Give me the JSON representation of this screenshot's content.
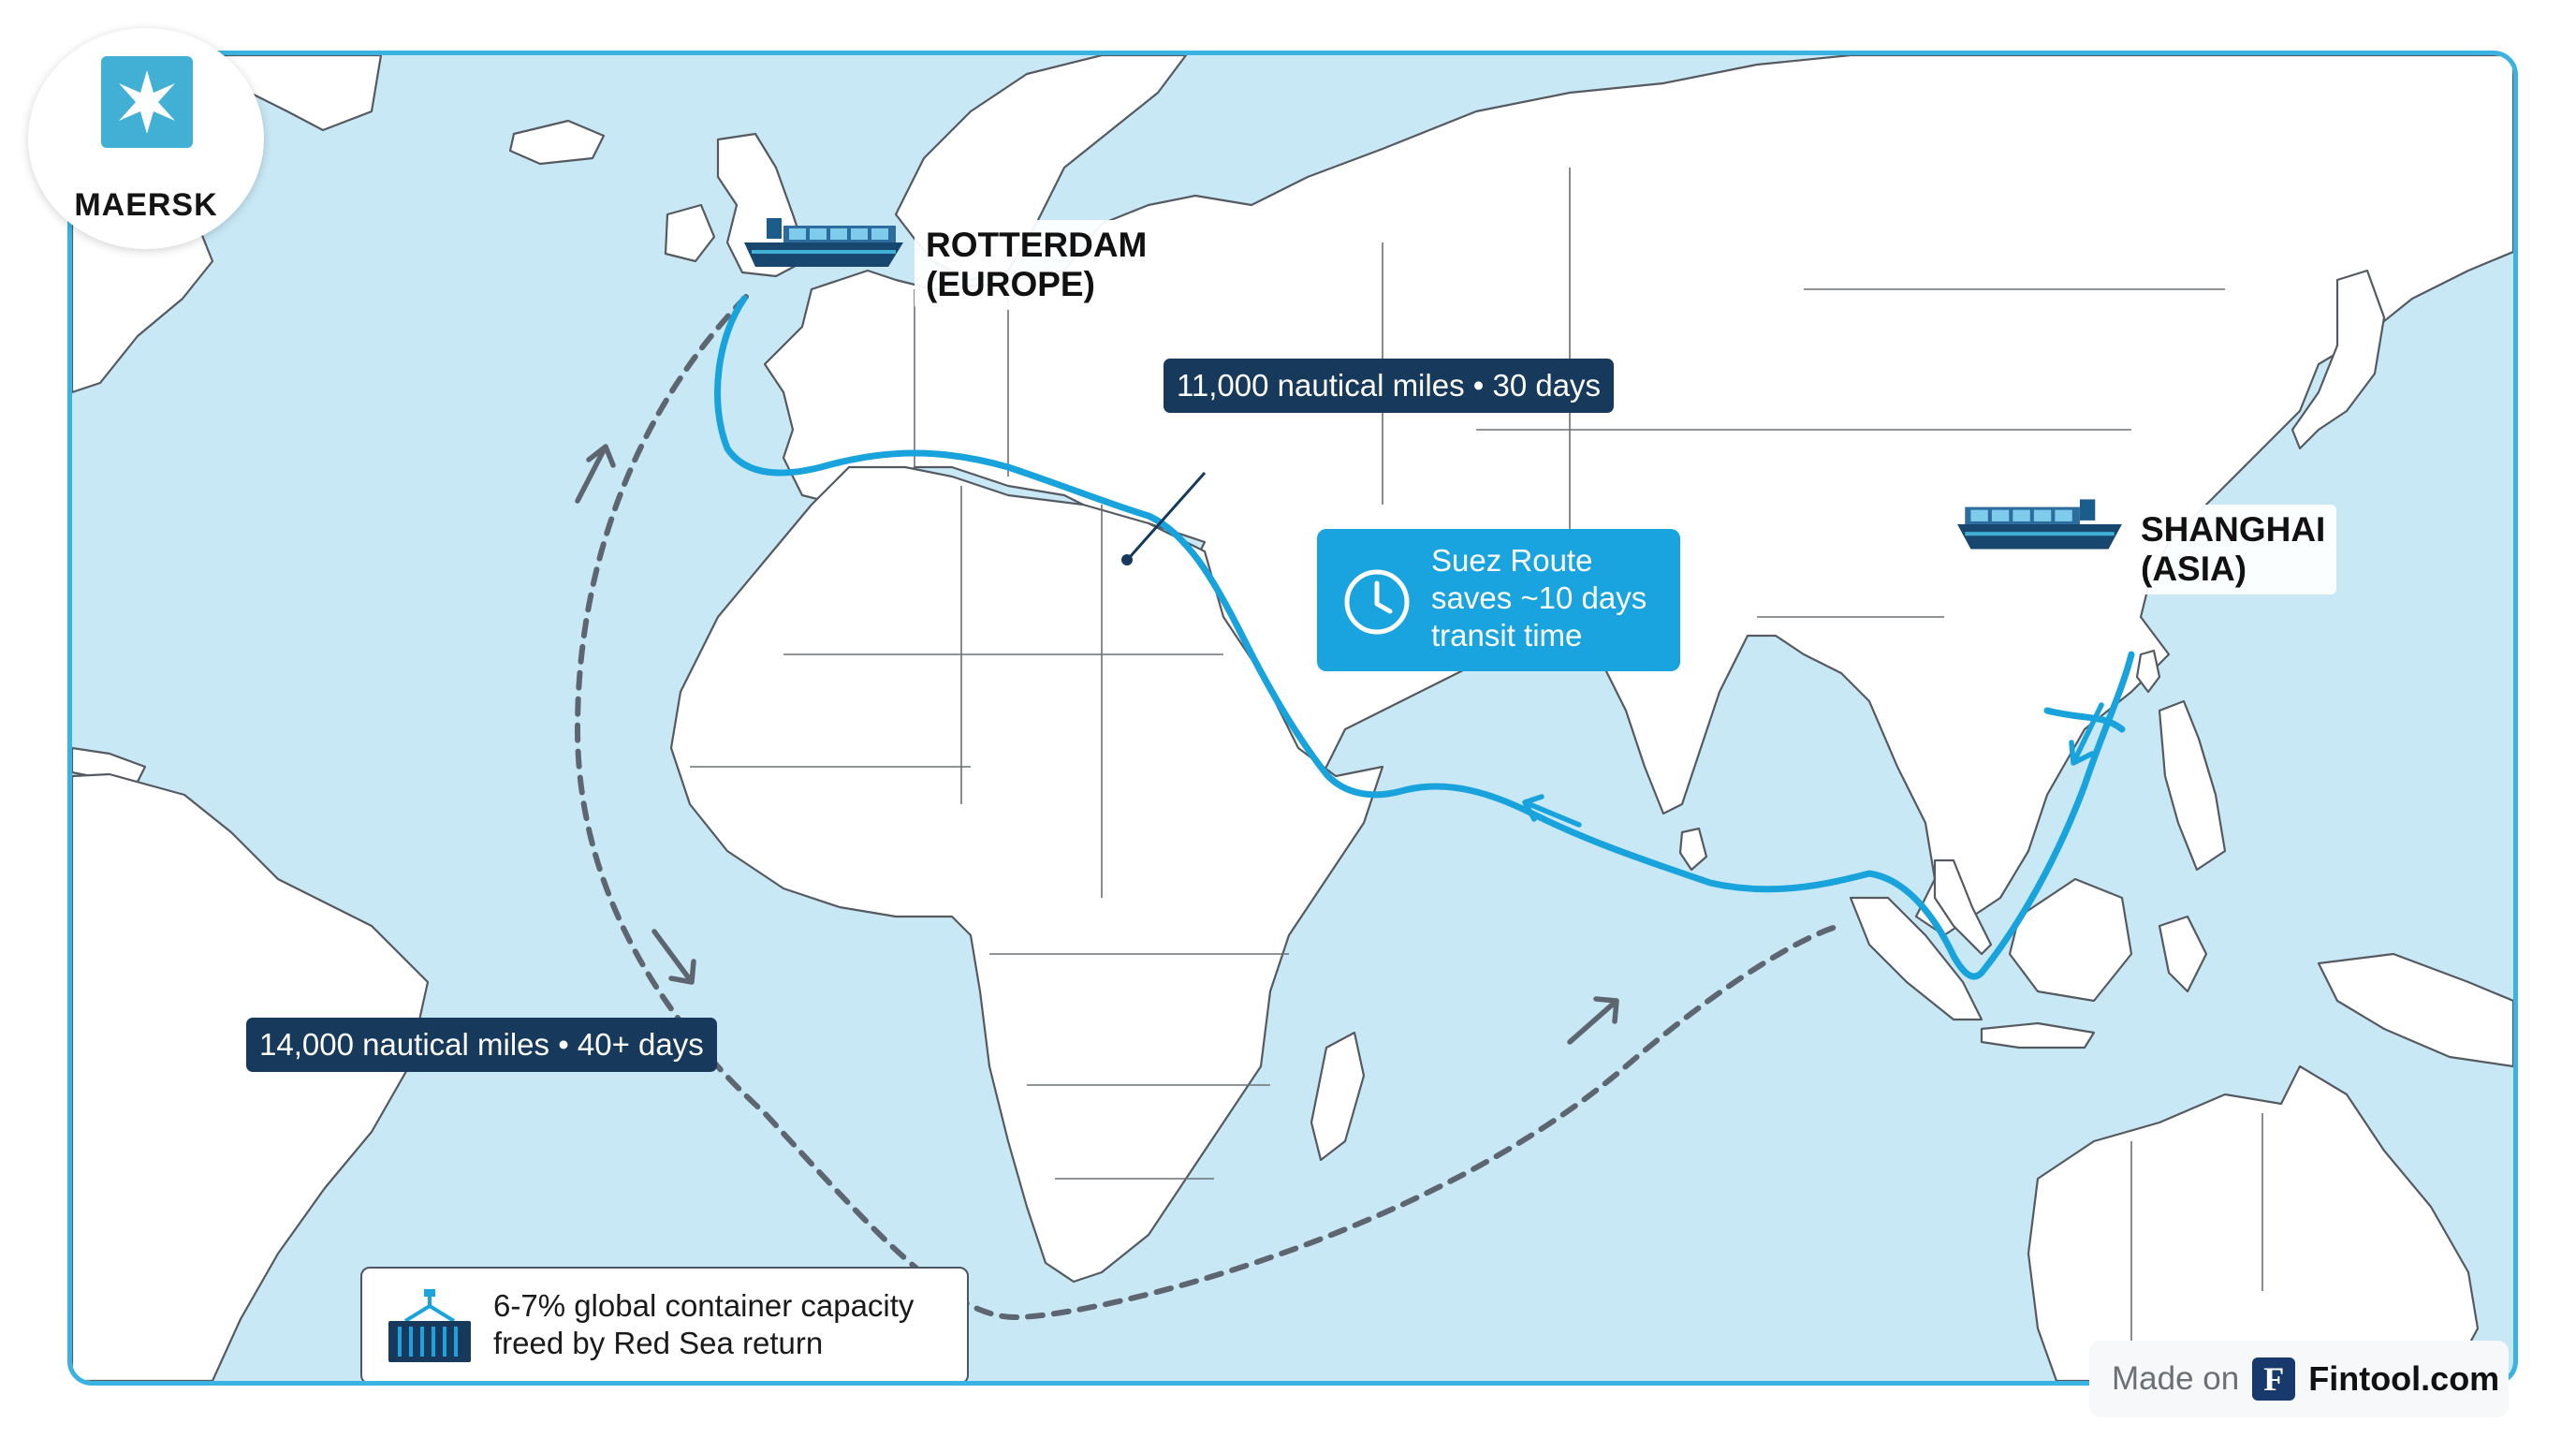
{
  "logo": {
    "brand": "MAERSK",
    "icon": "maersk-star-icon"
  },
  "ports": {
    "rotterdam": {
      "line1": "ROTTERDAM",
      "line2": "(EUROPE)"
    },
    "shanghai": {
      "line1": "SHANGHAI",
      "line2": "(ASIA)"
    }
  },
  "routes": {
    "suez": {
      "tag": "11,000 nautical miles • 30 days",
      "callout": {
        "line1": "Suez Route",
        "line2": "saves ~10 days",
        "line3": "transit time",
        "icon": "clock-icon"
      }
    },
    "cape": {
      "tag": "14,000 nautical miles • 40+ days"
    }
  },
  "capacity_note": {
    "line1": "6-7% global container capacity",
    "line2": "freed by Red Sea return",
    "icon": "container-crane-icon"
  },
  "footer": {
    "made_on": "Made on",
    "brand": "Fintool.com",
    "brand_icon_letter": "F"
  },
  "colors": {
    "suez_route": "#19a3dc",
    "cape_route": "#5d6670",
    "sea": "#c9e8f6",
    "tag_bg": "#16395c",
    "callout_bg": "#1aa4df",
    "logo_blue": "#42b0d5"
  }
}
